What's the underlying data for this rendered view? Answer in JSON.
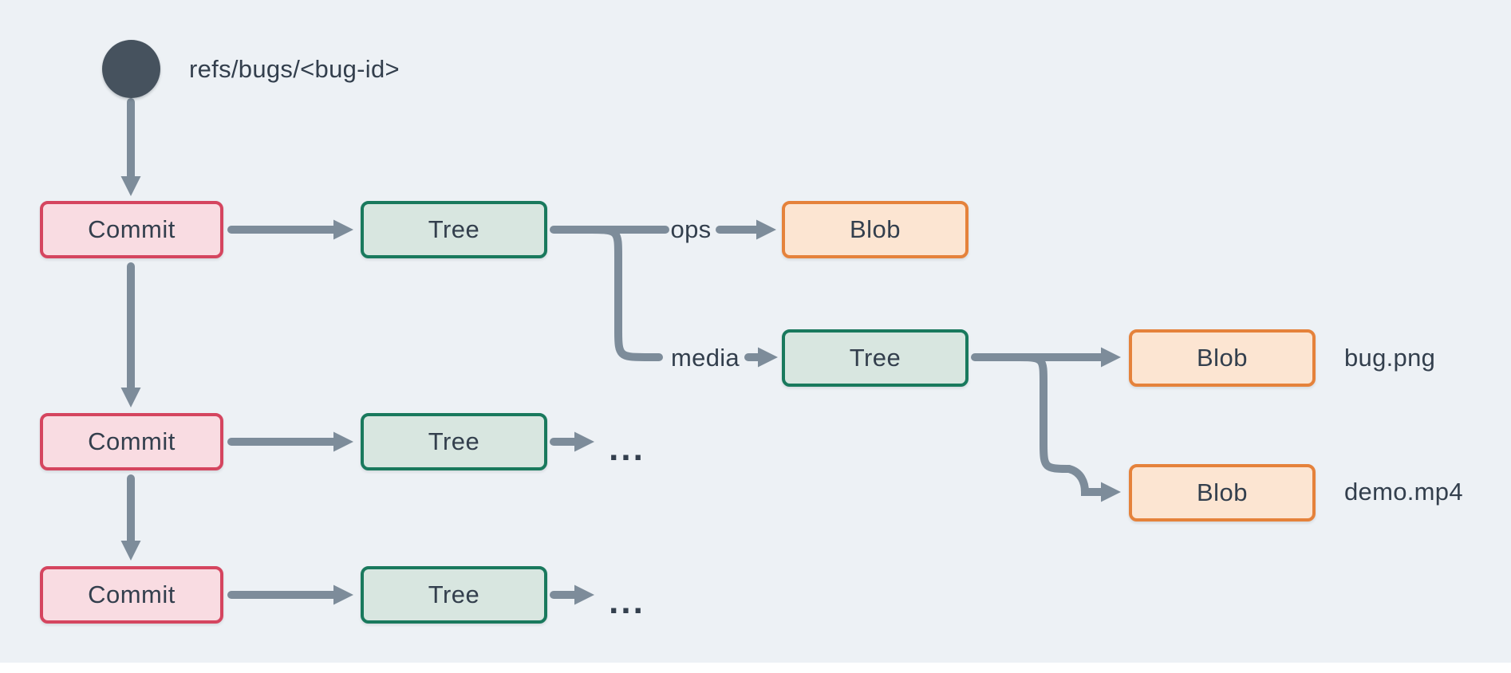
{
  "colors": {
    "background": "#edf1f5",
    "text": "#333f4d",
    "arrow": "#7d8c9a",
    "ref_circle": "#46525e",
    "commit_fill": "#f9dce2",
    "commit_border": "#d5455f",
    "tree_fill": "#d8e6e0",
    "tree_border": "#19795d",
    "blob_fill": "#fce5d2",
    "blob_border": "#e5823b",
    "strip": "#ffffff"
  },
  "ref_label": "refs/bugs/<bug-id>",
  "nodes": {
    "commit1": "Commit",
    "commit2": "Commit",
    "commit3": "Commit",
    "tree1": "Tree",
    "tree2": "Tree",
    "tree3": "Tree",
    "tree4": "Tree",
    "blob_ops": "Blob",
    "blob_bug": "Blob",
    "blob_demo": "Blob"
  },
  "edge_labels": {
    "ops": "ops",
    "media": "media"
  },
  "file_labels": {
    "bug": "bug.png",
    "demo": "demo.mp4"
  },
  "ellipsis": {
    "row2": "...",
    "row3": "..."
  }
}
